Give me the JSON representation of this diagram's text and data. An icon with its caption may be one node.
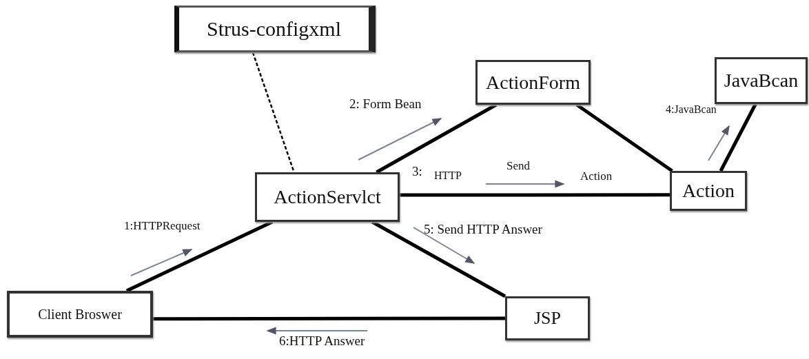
{
  "diagram": {
    "nodes": [
      {
        "text": [
          "Strus-configxml"
        ]
      },
      {
        "text": [
          "ActionForm"
        ]
      },
      {
        "text": [
          "JavaBcan"
        ]
      },
      {
        "text": [
          "ActionServlct"
        ]
      },
      {
        "text": [
          "Action"
        ]
      },
      {
        "text": [
          "Client Broswer"
        ]
      },
      {
        "text": [
          "JSP"
        ]
      }
    ],
    "edges": [
      {
        "from": 0,
        "to": 3,
        "arrow": "none",
        "style": "dashed"
      },
      {
        "from": 3,
        "to": 1,
        "arrow": "none"
      },
      {
        "from": 1,
        "to": 4,
        "arrow": "none"
      },
      {
        "from": 2,
        "to": 4,
        "arrow": "none"
      },
      {
        "from": 3,
        "to": 4,
        "arrow": "none"
      },
      {
        "from": 3,
        "to": 5,
        "arrow": "none"
      },
      {
        "from": 3,
        "to": 6,
        "arrow": "none"
      },
      {
        "from": 5,
        "to": 6,
        "arrow": "none"
      }
    ],
    "labels": [
      "2: Form Bean",
      "4:JavaBcan",
      "3:",
      "HTTP",
      "Send",
      "Action",
      "1:HTTPRequest",
      "5: Send HTTP Answer",
      "6:HTTP Answer"
    ]
  }
}
